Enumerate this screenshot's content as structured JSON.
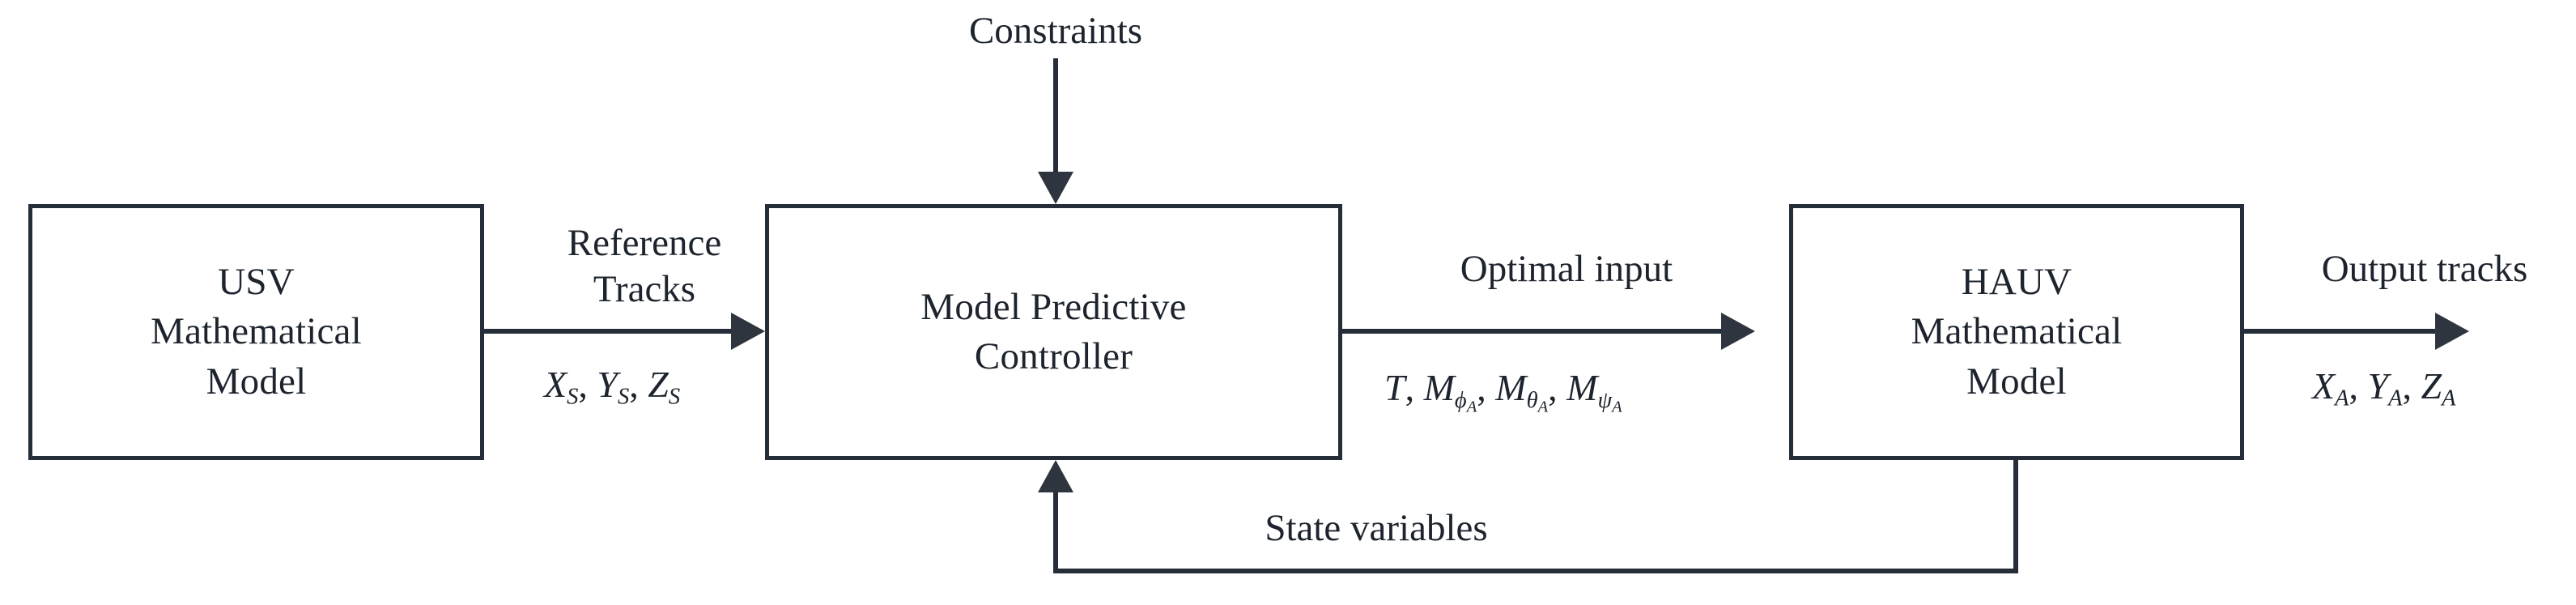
{
  "diagram": {
    "title": "Model Predictive Control block diagram for USV-HAUV tracking",
    "stroke_color": "#252d38",
    "text_color": "#1d242e",
    "background": "#ffffff"
  },
  "blocks": [
    {
      "id": "usv",
      "name": "usv-mathematical-model-block",
      "lines": [
        "USV",
        "Mathematical",
        "Model"
      ]
    },
    {
      "id": "mpc",
      "name": "model-predictive-controller-block",
      "lines": [
        "Model Predictive",
        "Controller"
      ]
    },
    {
      "id": "hauv",
      "name": "hauv-mathematical-model-block",
      "lines": [
        "HAUV",
        "Mathematical",
        "Model"
      ]
    }
  ],
  "labels": {
    "constraints": "Constraints",
    "reference_tracks_line1": "Reference",
    "reference_tracks_line2": "Tracks",
    "optimal_input": "Optimal input",
    "output_tracks": "Output tracks",
    "state_variables": "State variables"
  },
  "math": {
    "reference_signals": {
      "plain": "X_S, Y_S, Z_S",
      "terms": [
        {
          "base": "X",
          "sub": "S"
        },
        {
          "base": "Y",
          "sub": "S"
        },
        {
          "base": "Z",
          "sub": "S"
        }
      ]
    },
    "optimal_input_signals": {
      "plain": "T, M_phiA, M_thetaA, M_psiA",
      "terms": [
        {
          "base": "T",
          "sub": ""
        },
        {
          "base": "M",
          "sub": "ϕ",
          "sub2": "A"
        },
        {
          "base": "M",
          "sub": "θ",
          "sub2": "A"
        },
        {
          "base": "M",
          "sub": "ψ",
          "sub2": "A"
        }
      ]
    },
    "output_signals": {
      "plain": "X_A, Y_A, Z_A",
      "terms": [
        {
          "base": "X",
          "sub": "A"
        },
        {
          "base": "Y",
          "sub": "A"
        },
        {
          "base": "Z",
          "sub": "A"
        }
      ]
    }
  },
  "connectors": [
    {
      "name": "constraints-arrow",
      "from": "constraints-label",
      "to": "mpc",
      "direction": "down"
    },
    {
      "name": "reference-arrow",
      "from": "usv",
      "to": "mpc",
      "direction": "right"
    },
    {
      "name": "optimal-input-arrow",
      "from": "mpc",
      "to": "hauv",
      "direction": "right"
    },
    {
      "name": "output-arrow",
      "from": "hauv",
      "to": "",
      "direction": "right"
    },
    {
      "name": "state-feedback-arrow",
      "from": "hauv",
      "to": "mpc",
      "direction": "up"
    }
  ]
}
